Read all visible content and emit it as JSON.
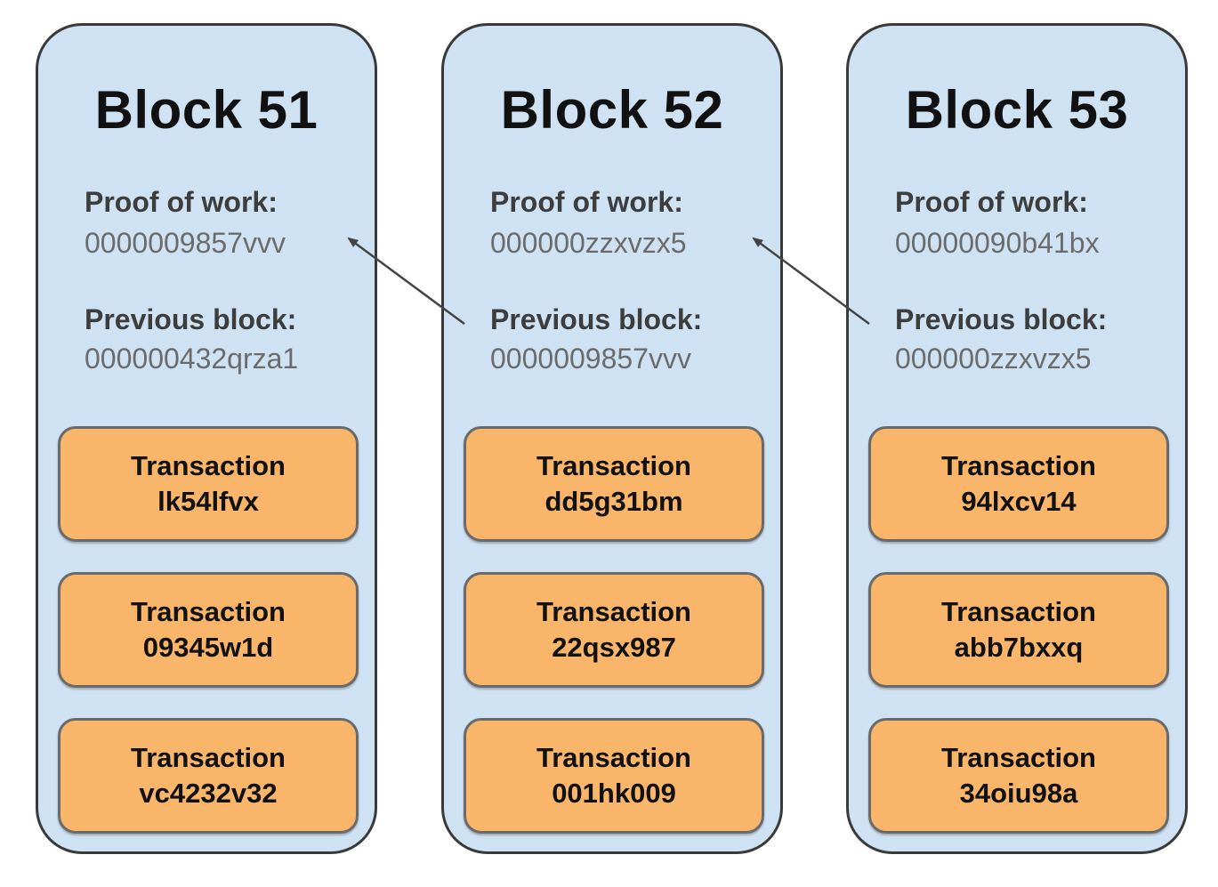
{
  "blocks": [
    {
      "title": "Block 51",
      "proof_label": "Proof of work:",
      "proof_value": "0000009857vvv",
      "prev_label": "Previous block:",
      "prev_value": "000000432qrza1",
      "transactions": [
        {
          "label": "Transaction",
          "id": "lk54lfvx"
        },
        {
          "label": "Transaction",
          "id": "09345w1d"
        },
        {
          "label": "Transaction",
          "id": "vc4232v32"
        }
      ]
    },
    {
      "title": "Block 52",
      "proof_label": "Proof of work:",
      "proof_value": "000000zzxvzx5",
      "prev_label": "Previous block:",
      "prev_value": "0000009857vvv",
      "transactions": [
        {
          "label": "Transaction",
          "id": "dd5g31bm"
        },
        {
          "label": "Transaction",
          "id": "22qsx987"
        },
        {
          "label": "Transaction",
          "id": "001hk009"
        }
      ]
    },
    {
      "title": "Block 53",
      "proof_label": "Proof of work:",
      "proof_value": "00000090b41bx",
      "prev_label": "Previous block:",
      "prev_value": "000000zzxvzx5",
      "transactions": [
        {
          "label": "Transaction",
          "id": "94lxcv14"
        },
        {
          "label": "Transaction",
          "id": "abb7bxxq"
        },
        {
          "label": "Transaction",
          "id": "34oiu98a"
        }
      ]
    }
  ],
  "colors": {
    "block_fill": "#cfe2f3",
    "block_border": "#3a3a3a",
    "transaction_fill": "#f9b66b",
    "arrow": "#444444"
  }
}
